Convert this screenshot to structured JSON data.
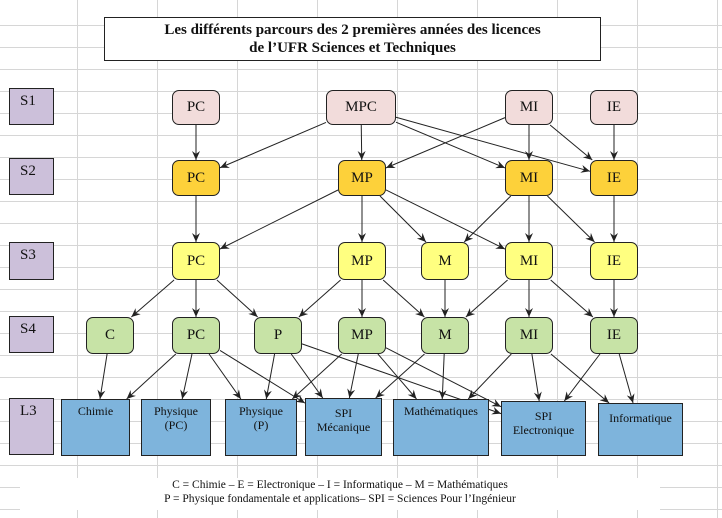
{
  "title": {
    "line1": "Les différents parcours des 2 premières années des licences",
    "line2": "de l’UFR Sciences et Techniques"
  },
  "semesters": [
    "S1",
    "S2",
    "S3",
    "S4",
    "L3"
  ],
  "nodes": {
    "s1_pc": "PC",
    "s1_mpc": "MPC",
    "s1_mi": "MI",
    "s1_ie": "IE",
    "s2_pc": "PC",
    "s2_mp": "MP",
    "s2_mi": "MI",
    "s2_ie": "IE",
    "s3_pc": "PC",
    "s3_mp": "MP",
    "s3_m": "M",
    "s3_mi": "MI",
    "s3_ie": "IE",
    "s4_c": "C",
    "s4_pc": "PC",
    "s4_p": "P",
    "s4_mp": "MP",
    "s4_m": "M",
    "s4_mi": "MI",
    "s4_ie": "IE"
  },
  "licences": {
    "chimie": [
      "Chimie"
    ],
    "phys_pc": [
      "Physique",
      "(PC)"
    ],
    "phys_p": [
      "Physique",
      "(P)"
    ],
    "spi_meca": [
      "SPI",
      "Mécanique"
    ],
    "maths": [
      "Mathématiques"
    ],
    "spi_elec": [
      "SPI",
      "Electronique"
    ],
    "info": [
      "Informatique"
    ]
  },
  "edges": [
    [
      "s1_pc",
      "s2_pc"
    ],
    [
      "s1_mpc",
      "s2_pc"
    ],
    [
      "s1_mpc",
      "s2_mp"
    ],
    [
      "s1_mpc",
      "s2_mi"
    ],
    [
      "s1_mpc",
      "s2_ie"
    ],
    [
      "s1_mi",
      "s2_mp"
    ],
    [
      "s1_mi",
      "s2_mi"
    ],
    [
      "s1_mi",
      "s2_ie"
    ],
    [
      "s1_ie",
      "s2_ie"
    ],
    [
      "s2_pc",
      "s3_pc"
    ],
    [
      "s2_mp",
      "s3_pc"
    ],
    [
      "s2_mp",
      "s3_mp"
    ],
    [
      "s2_mp",
      "s3_m"
    ],
    [
      "s2_mp",
      "s3_mi"
    ],
    [
      "s2_mi",
      "s3_m"
    ],
    [
      "s2_mi",
      "s3_mi"
    ],
    [
      "s2_mi",
      "s3_ie"
    ],
    [
      "s2_ie",
      "s3_ie"
    ],
    [
      "s3_pc",
      "s4_c"
    ],
    [
      "s3_pc",
      "s4_pc"
    ],
    [
      "s3_pc",
      "s4_p"
    ],
    [
      "s3_mp",
      "s4_p"
    ],
    [
      "s3_mp",
      "s4_mp"
    ],
    [
      "s3_mp",
      "s4_m"
    ],
    [
      "s3_m",
      "s4_m"
    ],
    [
      "s3_mi",
      "s4_m"
    ],
    [
      "s3_mi",
      "s4_mi"
    ],
    [
      "s3_mi",
      "s4_ie"
    ],
    [
      "s3_ie",
      "s4_ie"
    ],
    [
      "s4_c",
      "chimie"
    ],
    [
      "s4_pc",
      "chimie"
    ],
    [
      "s4_pc",
      "phys_pc"
    ],
    [
      "s4_pc",
      "phys_p"
    ],
    [
      "s4_pc",
      "spi_meca"
    ],
    [
      "s4_p",
      "phys_p"
    ],
    [
      "s4_p",
      "spi_meca"
    ],
    [
      "s4_p",
      "spi_elec"
    ],
    [
      "s4_mp",
      "phys_p"
    ],
    [
      "s4_mp",
      "spi_meca"
    ],
    [
      "s4_mp",
      "maths"
    ],
    [
      "s4_mp",
      "spi_elec"
    ],
    [
      "s4_m",
      "spi_meca"
    ],
    [
      "s4_m",
      "maths"
    ],
    [
      "s4_mi",
      "maths"
    ],
    [
      "s4_mi",
      "spi_elec"
    ],
    [
      "s4_mi",
      "info"
    ],
    [
      "s4_ie",
      "spi_elec"
    ],
    [
      "s4_ie",
      "info"
    ]
  ],
  "legend": {
    "line1": "C = Chimie – E = Electronique – I = Informatique – M = Mathématiques",
    "line2": "P = Physique fondamentale et applications– SPI = Sciences Pour l’Ingénieur"
  },
  "colors": {
    "s1": "#f2dcdb",
    "s2": "#fdd13a",
    "s3": "#ffff80",
    "s4": "#c7e3a6",
    "l3": "#7eb4dc",
    "semester": "#ccc0da"
  }
}
